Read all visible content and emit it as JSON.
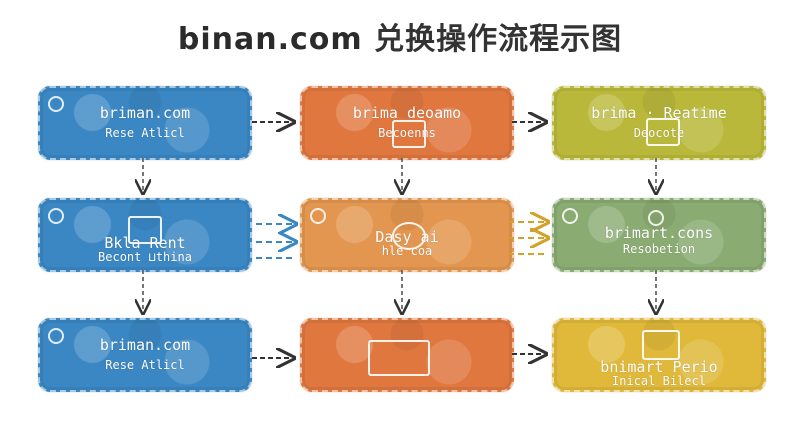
{
  "title": {
    "brand": "binan.com",
    "text": "兑换操作流程示图"
  },
  "boxes": [
    {
      "name": "step-1-1",
      "line1": "briman.com",
      "line2": "Rese Atlicl"
    },
    {
      "name": "step-1-2",
      "line1": "bri̇ma deoamo",
      "line2": "Becoenns"
    },
    {
      "name": "step-1-3",
      "line1": "brima · Reatime",
      "line2": "Deocote"
    },
    {
      "name": "step-2-1",
      "line1": "Bkla      Rent",
      "line2": "Becont ⊔thina"
    },
    {
      "name": "step-2-2",
      "line1": "Dasy       ai",
      "line2": "hle      coa"
    },
    {
      "name": "step-2-3",
      "line1": "brimart.cons",
      "line2": "Resobetion"
    },
    {
      "name": "step-3-1",
      "line1": "briman.com",
      "line2": "Rese Atlicl"
    },
    {
      "name": "step-3-2",
      "line1": "",
      "line2": ""
    },
    {
      "name": "step-3-3",
      "line1": "bnimart Perio",
      "line2": "Inical Bilecl"
    }
  ],
  "colors": {
    "blue": "#3a87c4",
    "orange": "#e0773f",
    "olive": "#b9b83a",
    "green": "#8aab72",
    "yellow": "#e0b93a",
    "arrow": "#333333"
  }
}
